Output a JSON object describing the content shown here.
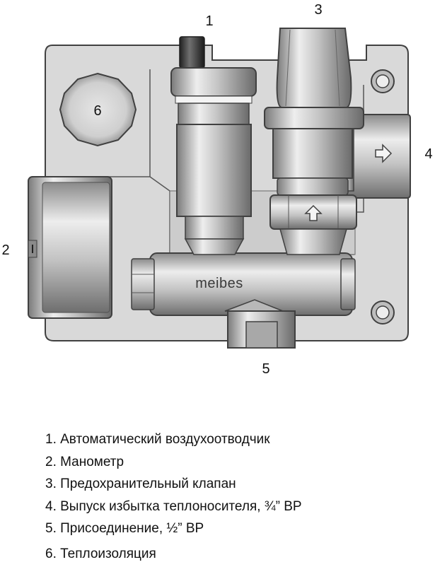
{
  "diagram": {
    "brand_text": "meibes",
    "callouts": [
      {
        "id": "callout-1",
        "text": "1"
      },
      {
        "id": "callout-2",
        "text": "2"
      },
      {
        "id": "callout-3",
        "text": "3"
      },
      {
        "id": "callout-4",
        "text": "4"
      },
      {
        "id": "callout-5",
        "text": "5"
      },
      {
        "id": "callout-6",
        "text": "6"
      }
    ],
    "colors": {
      "plate": "#d9d9d9",
      "metal_dark": "#6e6e6e",
      "metal_light": "#f2f2f2",
      "outline": "#404040"
    }
  },
  "legend": {
    "items": [
      "1. Автоматический воздухоотводчик",
      "2. Манометр",
      "3. Предохранительный клапан",
      "4. Выпуск избытка теплоносителя, ¾” ВР",
      "5. Присоединение, ½” ВР",
      "6. Теплоизоляция"
    ]
  }
}
